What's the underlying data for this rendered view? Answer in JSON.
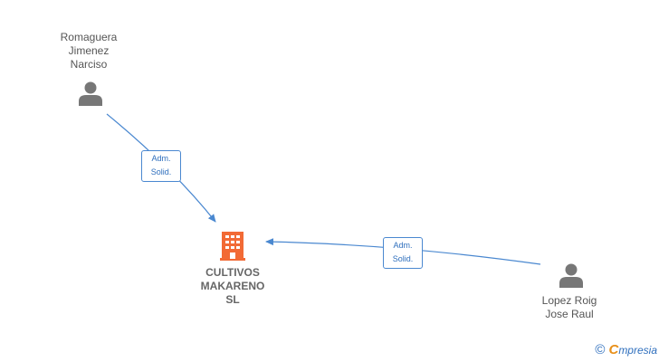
{
  "nodes": {
    "person1": {
      "name": "Romaguera\nJimenez\nNarciso",
      "icon": "person-icon"
    },
    "person2": {
      "name": "Lopez Roig\nJose Raul",
      "icon": "person-icon"
    },
    "company": {
      "name": "CULTIVOS\nMAKARENO\nSL",
      "icon": "building-icon"
    }
  },
  "edges": [
    {
      "from": "person1",
      "to": "company",
      "label": "Adm.\nSolid."
    },
    {
      "from": "person2",
      "to": "company",
      "label": "Adm.\nSolid."
    }
  ],
  "branding": {
    "copyright": "©",
    "name_first": "C",
    "name_rest": "mpresia"
  },
  "colors": {
    "edge": "#4a88d0",
    "person_icon": "#777777",
    "company_icon": "#f26a35",
    "brand": "#2f6fbd"
  }
}
